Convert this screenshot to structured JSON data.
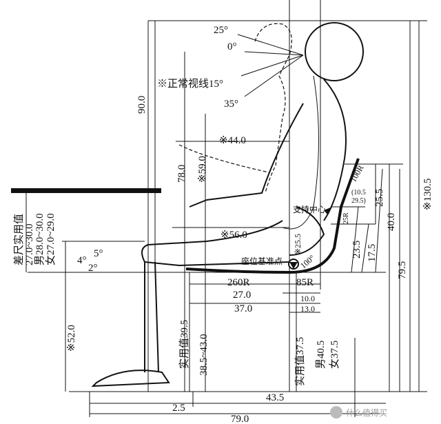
{
  "title": "Seated posture ergonomic dimensions",
  "angles": {
    "up": "25°",
    "zero": "0°",
    "normal_sight": "※正常视线15°",
    "down": "35°",
    "knee_a": "4°",
    "knee_b": "5°",
    "knee_c": "2°",
    "seat_back": "100°"
  },
  "dimensions": {
    "height_90": "90.0",
    "reach_44": "※44.0",
    "h_78": "78.0",
    "h_59": "※59.0",
    "reach_56": "※56.0",
    "h_25_5_hip": "※25.5",
    "r_100": "100R",
    "support_range_a": "(10.5",
    "support_range_b": "29.5)",
    "r_25": "25R",
    "h_25_5": "25.5",
    "h_40": "40.0",
    "h_23_5": "23.5",
    "h_17_5": "17.5",
    "h_79_5": "79.5",
    "h_130_5": "※130.5",
    "r_85": "85R",
    "r_260": "260R",
    "d_27": "27.0",
    "d_10": "10.0",
    "d_37": "37.0",
    "d_13": "13.0",
    "h_52": "※52.0",
    "d_2_5": "2.5",
    "d_43_5": "43.5",
    "d_79": "79.0",
    "seat_practical": "实用值39.5",
    "seat_range": "38.5~43.0",
    "back_practical": "实用值37.5",
    "back_male": "男40.5",
    "back_female": "女37.5"
  },
  "labels": {
    "seat_ref_point": "座位基准点",
    "support_center": "支持中心"
  },
  "diff": {
    "title": "差尺实用值",
    "range": "27.0~30.0",
    "male": "男28.0~30.0",
    "female": "女27.0~29.0"
  },
  "watermark": "什么值得买"
}
